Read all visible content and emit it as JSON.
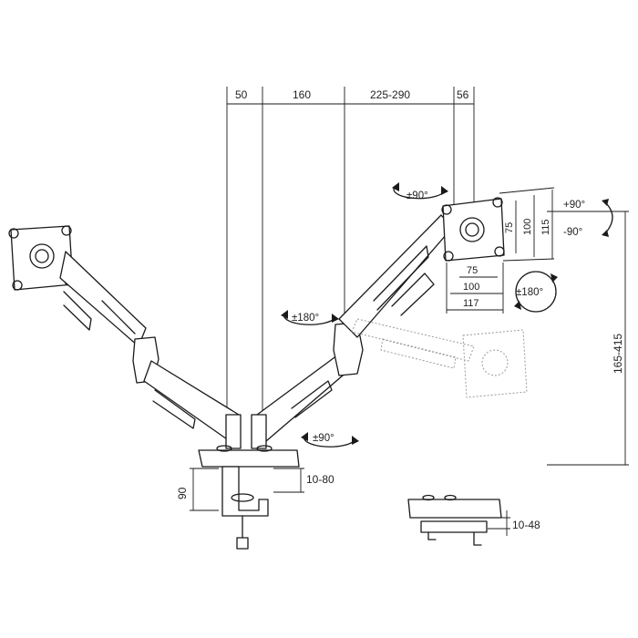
{
  "dimensions": {
    "top": [
      "50",
      "160",
      "225-290",
      "56"
    ],
    "vesa_h": [
      "75",
      "100",
      "115"
    ],
    "vesa_w": [
      "75",
      "100",
      "117"
    ],
    "height_range": "165-415",
    "clamp_height": "90",
    "clamp_range": "10-80",
    "grommet_range": "10-48"
  },
  "rotations": {
    "tilt_up": "+90°",
    "tilt_down": "-90°",
    "swivel_head": "±90°",
    "rotate_head": "±180°",
    "arm_swivel": "±180°",
    "base_swivel": "±90°"
  },
  "colors": {
    "ink": "#1a1a1a",
    "ghost": "#9a9a9a",
    "background": "#ffffff"
  }
}
